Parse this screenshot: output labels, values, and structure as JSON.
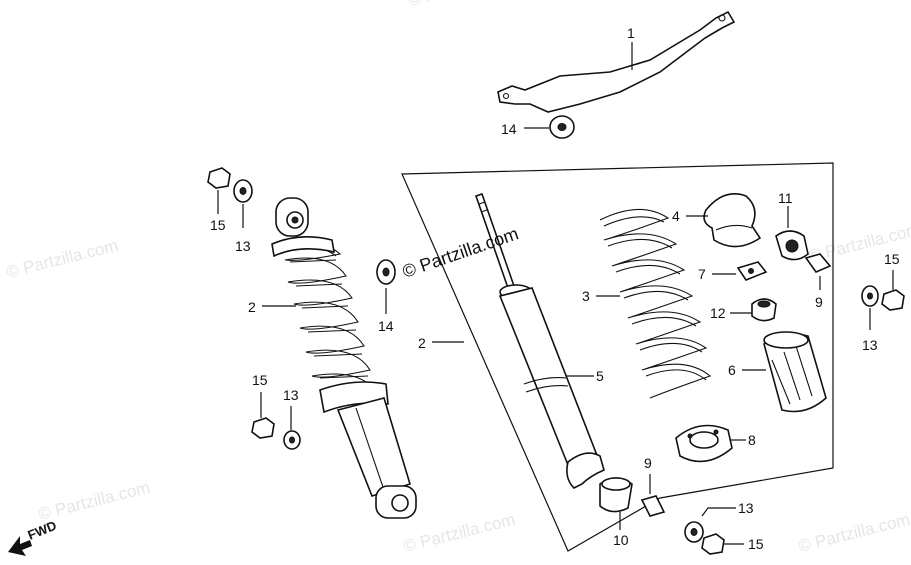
{
  "watermark": "© Partzilla.com",
  "center_watermark": "© Partzilla.com",
  "fwd_label": "FWD",
  "callouts": {
    "c1": "1",
    "c14_top": "14",
    "c15_left": "15",
    "c13_left": "13",
    "c2_left": "2",
    "c14_mid": "14",
    "c15_low": "15",
    "c13_low": "13",
    "c2_box": "2",
    "c4": "4",
    "c11": "11",
    "c7": "7",
    "c3": "3",
    "c9_right": "9",
    "c12": "12",
    "c6": "6",
    "c5": "5",
    "c8": "8",
    "c9_low": "9",
    "c10": "10",
    "c15_right": "15",
    "c13_right": "13",
    "c13_bottom": "13",
    "c15_bottom": "15"
  }
}
